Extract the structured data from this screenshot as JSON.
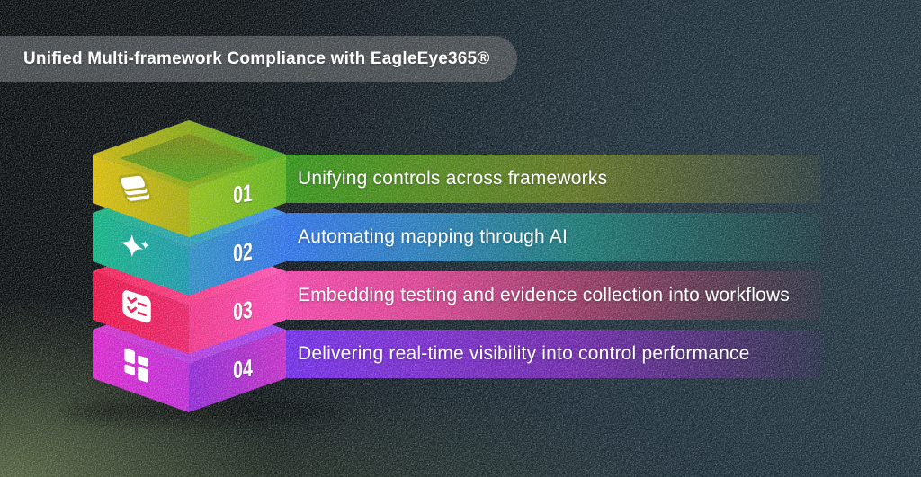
{
  "header": {
    "title": "Unified Multi-framework Compliance with EagleEye365®"
  },
  "rows": [
    {
      "number": "01",
      "label": "Unifying controls across frameworks",
      "icon": "layers-stack-icon",
      "slab_color_left": "#d6b904",
      "slab_color_right": "#3ba31a",
      "bar_color_start": "#2f9012"
    },
    {
      "number": "02",
      "label": "Automating mapping through AI",
      "icon": "ai-sparkle-icon",
      "slab_color_left": "#0fb07d",
      "slab_color_right": "#2e6fe6",
      "bar_color_start": "#2c6ee4"
    },
    {
      "number": "03",
      "label": "Embedding testing and evidence collection into workflows",
      "icon": "checklist-icon",
      "slab_color_left": "#e70e43",
      "slab_color_right": "#f644ae",
      "bar_color_start": "#ef40a5"
    },
    {
      "number": "04",
      "label": "Delivering real-time visibility into control performance",
      "icon": "dashboard-grid-icon",
      "slab_color_left": "#d823cb",
      "slab_color_right": "#bf2ac2",
      "bar_color_start": "#6f28e4"
    }
  ],
  "background": {
    "base": "#0a0f13",
    "right_tint": "#1b2b36",
    "bottom_left_glow": "#55663f",
    "title_pill": "#494c4f",
    "text_color": "#ffffff"
  }
}
